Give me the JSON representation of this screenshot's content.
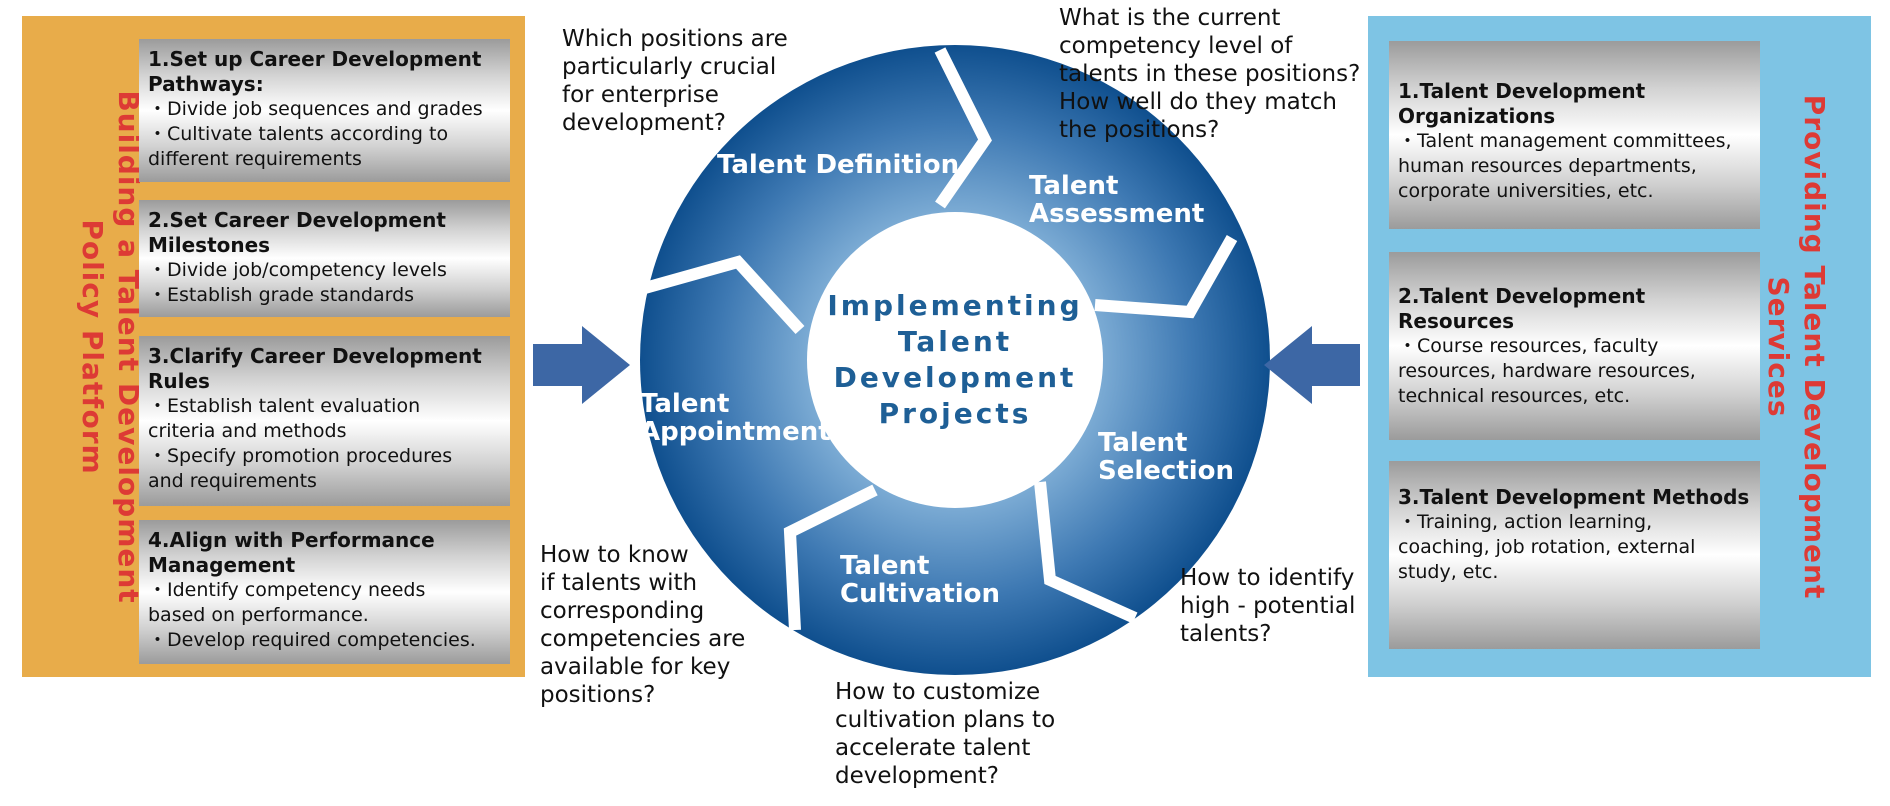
{
  "left_panel": {
    "title_lines": [
      "Building a Talent Development",
      "Policy Platform"
    ],
    "color": "#e8ac4a",
    "title_color": "#dd3a35",
    "cards": [
      {
        "title": "1.Set up Career Development Pathways:",
        "title_lines": [
          "1.Set up Career Development",
          "Pathways:"
        ],
        "lines": [
          "・Divide job sequences and grades",
          "・Cultivate talents according to",
          "different requirements"
        ]
      },
      {
        "title_lines": [
          "2.Set Career Development",
          "Milestones"
        ],
        "lines": [
          "・Divide job/competency levels",
          "・Establish grade standards"
        ]
      },
      {
        "title_lines": [
          "3.Clarify Career Development",
          "Rules"
        ],
        "lines": [
          "・Establish talent evaluation",
          "criteria and methods",
          "・Specify promotion procedures",
          "and requirements"
        ]
      },
      {
        "title_lines": [
          "4.Align with Performance",
          "Management"
        ],
        "lines": [
          "・Identify competency needs",
          "based on performance.",
          "・Develop required competencies."
        ]
      }
    ]
  },
  "right_panel": {
    "title_lines": [
      "Providing Talent Development",
      "Services"
    ],
    "color": "#7ec4e4",
    "title_color": "#dd3a35",
    "cards": [
      {
        "title_lines": [
          "1.Talent Development",
          "Organizations"
        ],
        "lines": [
          "・Talent management committees,",
          "human resources departments,",
          "corporate universities, etc."
        ]
      },
      {
        "title_lines": [
          "2.Talent Development",
          "Resources"
        ],
        "lines": [
          "・Course resources, faculty",
          "resources, hardware resources,",
          "technical resources, etc."
        ]
      },
      {
        "title_lines": [
          "3.Talent Development Methods"
        ],
        "lines": [
          "・Training, action learning,",
          "coaching, job rotation, external",
          "study, etc."
        ]
      }
    ]
  },
  "cycle": {
    "center_lines": [
      "Implementing",
      "Talent",
      "Development",
      "Projects"
    ],
    "center_color": "#1e5f96",
    "ring_color": "#1d5c9b",
    "stages": [
      {
        "label_lines": [
          "Talent Definition"
        ]
      },
      {
        "label_lines": [
          "Talent",
          "Assessment"
        ]
      },
      {
        "label_lines": [
          "Talent",
          "Selection"
        ]
      },
      {
        "label_lines": [
          "Talent",
          "Cultivation"
        ]
      },
      {
        "label_lines": [
          "Talent",
          "Appointment"
        ]
      }
    ]
  },
  "questions": {
    "definition": [
      "Which positions are",
      "particularly crucial",
      "for enterprise",
      "development?"
    ],
    "assessment": [
      "What is the current",
      "competency level of",
      "talents in these positions?",
      "How well do they match",
      "the positions?"
    ],
    "selection": [
      "How to identify",
      "high - potential",
      "talents?"
    ],
    "cultivation": [
      "How to customize",
      "cultivation plans to",
      "accelerate talent",
      "development?"
    ],
    "appointment": [
      "How to know",
      "if talents with",
      "corresponding",
      "competencies are",
      "available for key",
      "positions?"
    ]
  }
}
